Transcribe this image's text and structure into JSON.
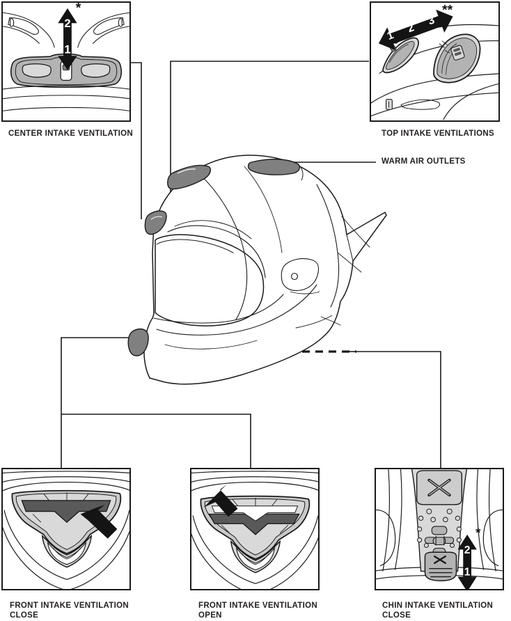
{
  "diagram": {
    "title": "Helmet Ventilation System Diagram",
    "type": "exploded-callout-diagram",
    "subject": "motorcycle full-face helmet ventilation"
  },
  "panels": {
    "center_intake": {
      "caption": "CENTER INTAKE VENTILATION",
      "arrow": {
        "style": "vertical-double-headed",
        "top_label": "2",
        "bottom_label": "1",
        "footnote_marker": "*"
      }
    },
    "top_intake": {
      "caption": "TOP INTAKE VENTILATIONS",
      "arrow": {
        "style": "diagonal-double-headed",
        "labels": [
          "1",
          "2",
          "3"
        ],
        "footnote_marker": "**"
      }
    },
    "front_close": {
      "caption": "FRONT INTAKE VENTILATION\nCLOSE",
      "arrow": {
        "style": "block-arrow-pointing-left-up"
      }
    },
    "front_open": {
      "caption": "FRONT INTAKE VENTILATION\nOPEN",
      "arrow": {
        "style": "block-arrow-pointing-right-down"
      }
    },
    "chin_intake": {
      "caption": "CHIN INTAKE VENTILATION\nCLOSE",
      "arrow": {
        "style": "vertical-double-headed",
        "top_label": "2",
        "bottom_label": "1",
        "footnote_marker": "*"
      }
    }
  },
  "callouts": {
    "warm_air_outlets": "WARM AIR OUTLETS"
  },
  "colors": {
    "line": "#1a1a1a",
    "text": "#231f20",
    "vent_fill": "#808080",
    "panel_light": "#d9d9d9",
    "panel_mid": "#b3b3b3",
    "panel_dark": "#595959",
    "background": "#ffffff"
  }
}
